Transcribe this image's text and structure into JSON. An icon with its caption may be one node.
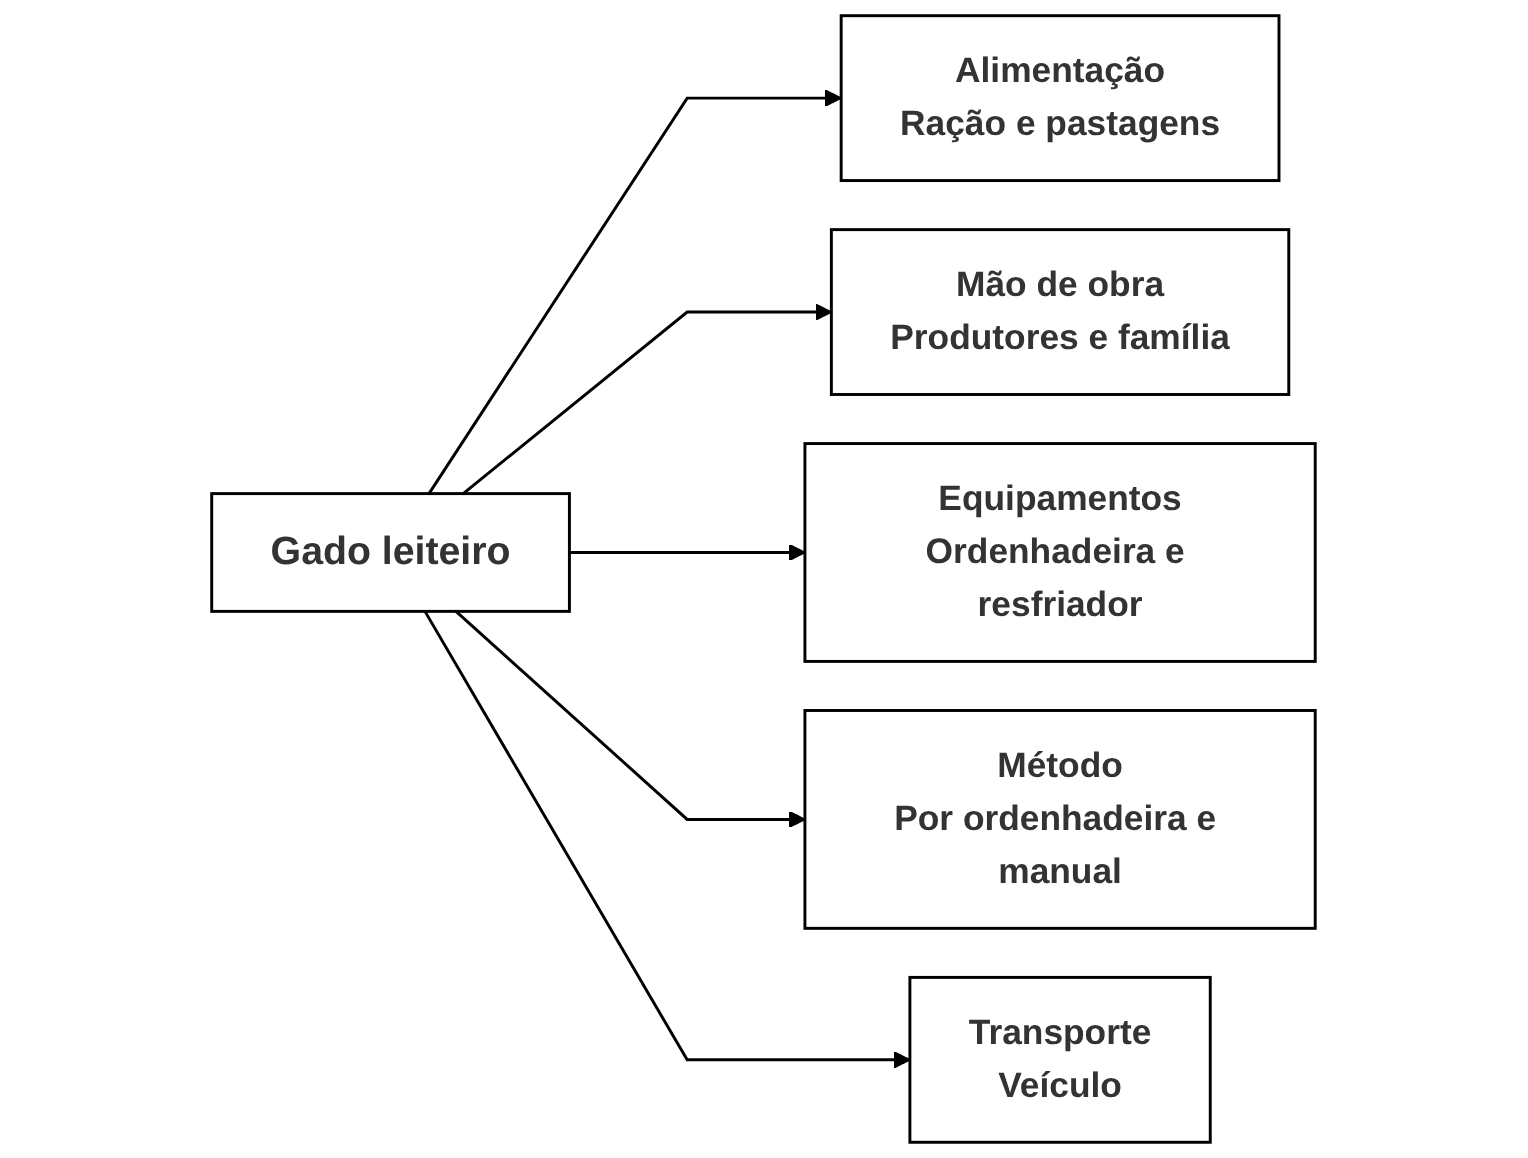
{
  "diagram": {
    "nodes": [
      {
        "text": [
          "Gado leiteiro"
        ]
      },
      {
        "text": [
          "Alimentação",
          "Ração e pastagens"
        ]
      },
      {
        "text": [
          "Mão de obra",
          "Produtores e família"
        ]
      },
      {
        "text": [
          "Equipamentos",
          "Ordenhadeira e resfriador"
        ]
      },
      {
        "text": [
          "Método",
          "Por ordenhadeira e manual"
        ]
      },
      {
        "text": [
          "Transporte",
          "Veículo"
        ]
      }
    ],
    "edges": [
      {
        "from": 0,
        "to": 1,
        "arrow": "to"
      },
      {
        "from": 0,
        "to": 2,
        "arrow": "to"
      },
      {
        "from": 0,
        "to": 3,
        "arrow": "to"
      },
      {
        "from": 0,
        "to": 4,
        "arrow": "to"
      },
      {
        "from": 0,
        "to": 5,
        "arrow": "to"
      }
    ]
  }
}
